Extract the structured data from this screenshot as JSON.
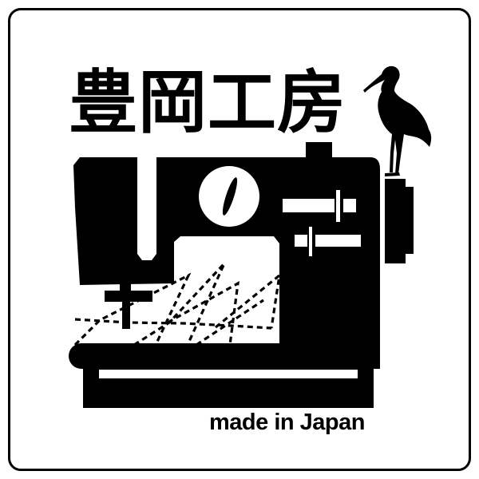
{
  "logo": {
    "title": "豊岡工房",
    "tagline": "made in Japan",
    "illustration": {
      "subject": "sewing-machine",
      "decoration": "stork-bird-silhouette",
      "stitch_pattern": "dashed-zigzag"
    },
    "colors": {
      "ink": "#000000",
      "background": "#ffffff"
    }
  }
}
